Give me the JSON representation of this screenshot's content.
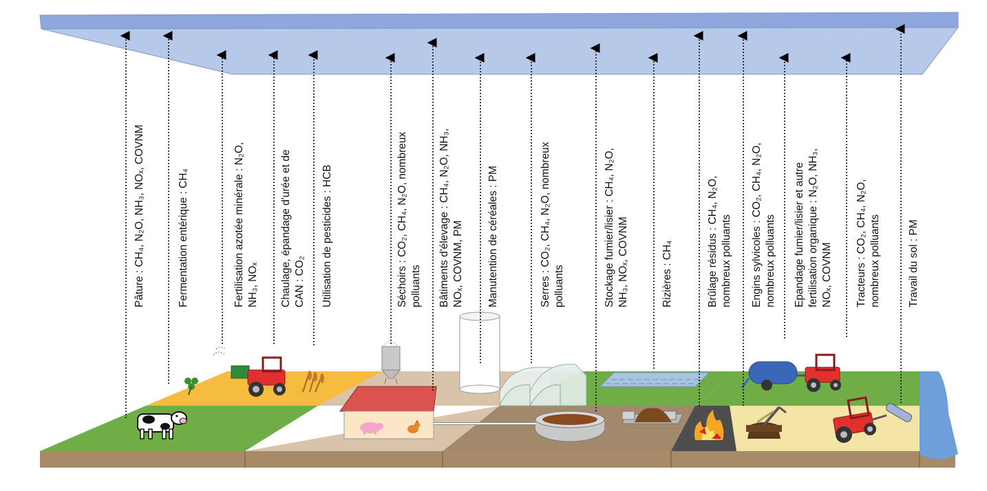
{
  "sources": [
    {
      "id": "paturage",
      "lines": [
        "Pâture : CH₄, N₂O, NH₃, NOₓ, COVNM"
      ]
    },
    {
      "id": "fermentation",
      "lines": [
        "Fermentation entérique : CH₄"
      ]
    },
    {
      "id": "fertilisation",
      "lines": [
        "Fertilisation azotée minérale : N₂O,",
        "NH₃, NOₓ"
      ]
    },
    {
      "id": "chaulage",
      "lines": [
        "Chaulage, épandage d'urée et de",
        "CAN : CO₂"
      ]
    },
    {
      "id": "pesticides",
      "lines": [
        "Utilisation de pesticides : HCB"
      ]
    },
    {
      "id": "sechoirs",
      "lines": [
        "Séchoirs : CO₂, CH₄, N₂O, nombreux",
        "polluants"
      ]
    },
    {
      "id": "batiments",
      "lines": [
        "Bâtiments d'élevage : CH₄, N₂O, NH₃,",
        "NOₓ, COVNM, PM"
      ]
    },
    {
      "id": "manutention",
      "lines": [
        "Manutention de céréales : PM"
      ]
    },
    {
      "id": "serres",
      "lines": [
        "Serres : CO₂, CH₄, N₂O, nombreux",
        "polluants"
      ]
    },
    {
      "id": "stockage",
      "lines": [
        "Stockage fumier/lisier : CH₄, N₂O,",
        "NH₃, NOₓ, COVNM"
      ]
    },
    {
      "id": "rizieres",
      "lines": [
        "Rizières : CH₄"
      ]
    },
    {
      "id": "brulage",
      "lines": [
        "Brûlage résidus : CH₄, N₂O,",
        "nombreux polluants"
      ]
    },
    {
      "id": "engins",
      "lines": [
        "Engins sylvicoles : CO₂, CH₄, N₂O,",
        "nombreux polluants"
      ]
    },
    {
      "id": "epandage",
      "lines": [
        "Epandage fumier/lisier et autre",
        "fertilisation organique : N₂O, NH₃,",
        "NOₓ, COVNM"
      ]
    },
    {
      "id": "tracteurs",
      "lines": [
        "Tracteurs : CO₂, CH₄, N₂O,",
        "nombreux polluants"
      ]
    },
    {
      "id": "travail",
      "lines": [
        "Travail du sol : PM"
      ]
    }
  ],
  "colors": {
    "sky_fill": "#b7c9e9",
    "sky_top": "#8fa6dd",
    "sky_stroke": "#7f97c9",
    "pasture": "#6fad47",
    "crop": "#f4bb3f",
    "yard": "#d9c4ab",
    "mud": "#a3896c",
    "soil_side": "#a98a67",
    "burn": "#4d4d4d",
    "field_yellow": "#f2e5a6",
    "water": "#6f9fd8",
    "tractor_red": "#e0312f",
    "tank_blue": "#3a67b7",
    "barn_roof": "#d9534f",
    "barn_wall": "#fce6c8"
  },
  "icons": [
    "cow-icon",
    "clover-icon",
    "wheat-icon",
    "tractor-icon",
    "silo-icon",
    "barn-icon",
    "pig-icon",
    "hen-icon",
    "grain-silo-icon",
    "greenhouse-icon",
    "rice-paddy-icon",
    "manure-pit-icon",
    "manure-heap-icon",
    "fire-icon",
    "forest-machine-icon",
    "slurry-tanker-icon",
    "plough-tractor-icon",
    "canal-icon"
  ]
}
